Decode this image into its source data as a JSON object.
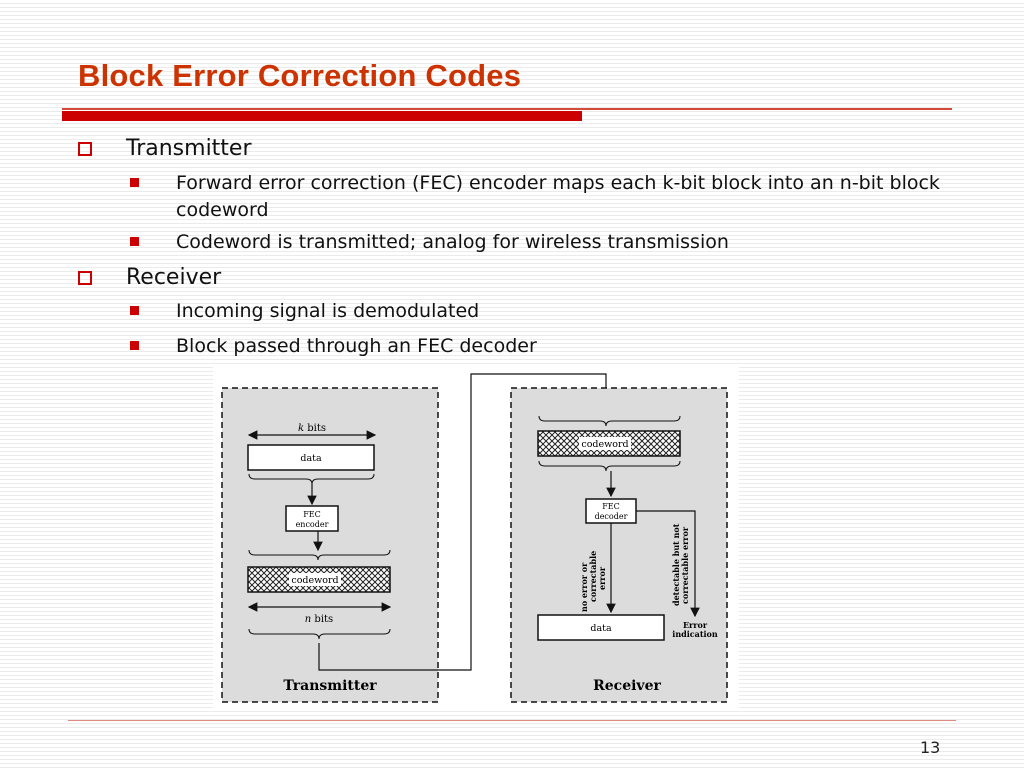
{
  "slide": {
    "title": "Block Error Correction Codes",
    "page_number": "13",
    "bullets": [
      {
        "text": "Transmitter",
        "sub": [
          "Forward error correction (FEC) encoder maps each k-bit block into an n-bit block codeword",
          "Codeword is transmitted; analog for wireless transmission"
        ]
      },
      {
        "text": "Receiver",
        "sub": [
          "Incoming signal is demodulated",
          "Block passed through an FEC decoder"
        ]
      }
    ]
  },
  "diagram": {
    "transmitter": {
      "k_bits_italic": "k",
      "k_bits_rest": " bits",
      "data_label": "data",
      "fec_encoder_line1": "FEC",
      "fec_encoder_line2": "encoder",
      "codeword_label": "codeword",
      "n_bits_italic": "n",
      "n_bits_rest": " bits",
      "panel_label": "Transmitter"
    },
    "receiver": {
      "codeword_label": "codeword",
      "fec_decoder_line1": "FEC",
      "fec_decoder_line2": "decoder",
      "no_error_line1": "no error or",
      "no_error_line2": "correctable",
      "no_error_line3": "error",
      "detectable_line1": "detectable but not",
      "detectable_line2": "correctable error",
      "data_label": "data",
      "error_indication_line1": "Error",
      "error_indication_line2": "indication",
      "panel_label": "Receiver"
    }
  },
  "colors": {
    "title": "#cc3300",
    "accent_rule": "#cc0000",
    "panel_fill": "#dcdcdc"
  }
}
